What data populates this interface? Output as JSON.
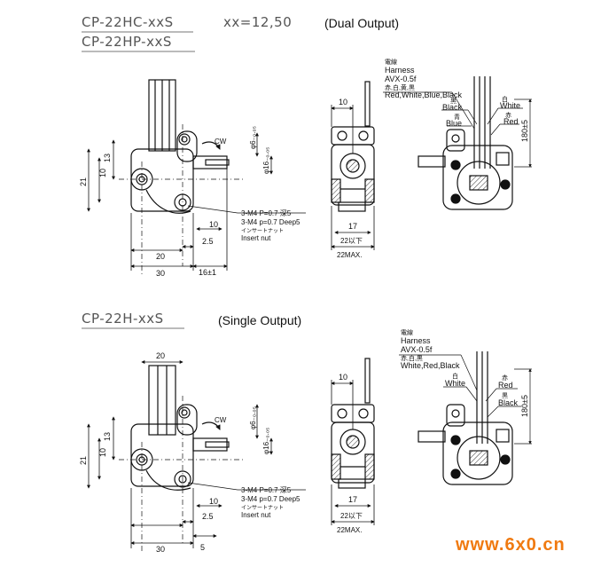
{
  "dual": {
    "model_hc": "CP-22HC-xxS",
    "xx": "xx=12,50",
    "model_hp": "CP-22HP-xxS",
    "note": "(Dual Output)",
    "dims": {
      "d20": "20",
      "d30": "30",
      "d10_bottom": "10",
      "d2_5": "2.5",
      "d16": "16±1",
      "d13": "13",
      "d10_left": "10",
      "d21": "21",
      "d10_right": "10",
      "d17": "17",
      "d22": "22以下",
      "d22max": "22MAX.",
      "d180": "180±5"
    },
    "shaft_large": "φ6₋₀.₀₅",
    "shaft_small": "φ16₋₀.₀₅",
    "cw": "CW",
    "thread1": "3-M4 P=0.7 深5",
    "thread2": "3-M4 p=0.7 Deep5",
    "insert_jp": "インサートナット",
    "insert_en": "Insert nut",
    "harness_jp": "電線",
    "harness": "Harness",
    "wire_type": "AVX-0.5f",
    "wire_colors_jp": "赤,白,黄,黒",
    "wire_colors": "Red,White,Blue,Black",
    "black_jp": "黒",
    "black": "Black",
    "white_jp": "白",
    "white": "White",
    "blue_jp": "青",
    "blue": "Blue",
    "red_jp": "赤",
    "red": "Red"
  },
  "single": {
    "model": "CP-22H-xxS",
    "note": "(Single Output)",
    "dims": {
      "d20": "20",
      "d30": "30",
      "d10_bottom": "10",
      "d2_5": "2.5",
      "d5": "5",
      "d13": "13",
      "d10_left": "10",
      "d21": "21",
      "d10_right": "10",
      "d17": "17",
      "d22": "22以下",
      "d22max": "22MAX.",
      "d180": "180±5"
    },
    "shaft_large": "φ6₋₀.₀₅",
    "shaft_small": "φ16₋₀.₀₅",
    "cw": "CW",
    "thread1": "3-M4 P=0.7 深5",
    "thread2": "3-M4 p=0.7 Deep5",
    "insert_jp": "インサートナット",
    "insert_en": "Insert nut",
    "harness_jp": "電線",
    "harness": "Harness",
    "wire_type": "AVX-0.5f",
    "wire_colors_jp": "赤,白,黒",
    "wire_colors": "White,Red,Black",
    "white_jp": "白",
    "white": "White",
    "red_jp": "赤",
    "red": "Red",
    "black_jp": "黒",
    "black": "Black"
  },
  "watermark": "www.6x0.cn"
}
